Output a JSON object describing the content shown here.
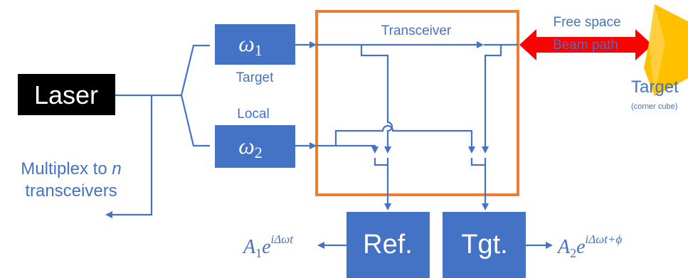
{
  "colors": {
    "accent": "#4472c4",
    "laser_box": "#000000",
    "module_box": "#4472c4",
    "transceiver_border": "#ed7d31",
    "beam": "#ff0000",
    "target_cube": "#ffc000"
  },
  "laser": {
    "label": "Laser"
  },
  "multiplex": {
    "line1_prefix": "Multiplex to ",
    "line1_var": "n",
    "line2": "transceivers"
  },
  "oscillator_1": {
    "symbol": "ω",
    "subscript": "1",
    "caption": "Target"
  },
  "oscillator_2": {
    "symbol": "ω",
    "subscript": "2",
    "caption": "Local"
  },
  "transceiver": {
    "label": "Transceiver"
  },
  "beam": {
    "top_label": "Free space",
    "inner_label": "Beam path"
  },
  "target": {
    "label": "Target",
    "sublabel": "(corner cube)"
  },
  "reference_detector": {
    "label": "Ref."
  },
  "target_detector": {
    "label": "Tgt."
  },
  "output_left": {
    "coef": "A",
    "coef_sub": "1",
    "base": "e",
    "exponent": "iΔωt"
  },
  "output_right": {
    "coef": "A",
    "coef_sub": "2",
    "base": "e",
    "exponent": "iΔωt+ϕ"
  }
}
